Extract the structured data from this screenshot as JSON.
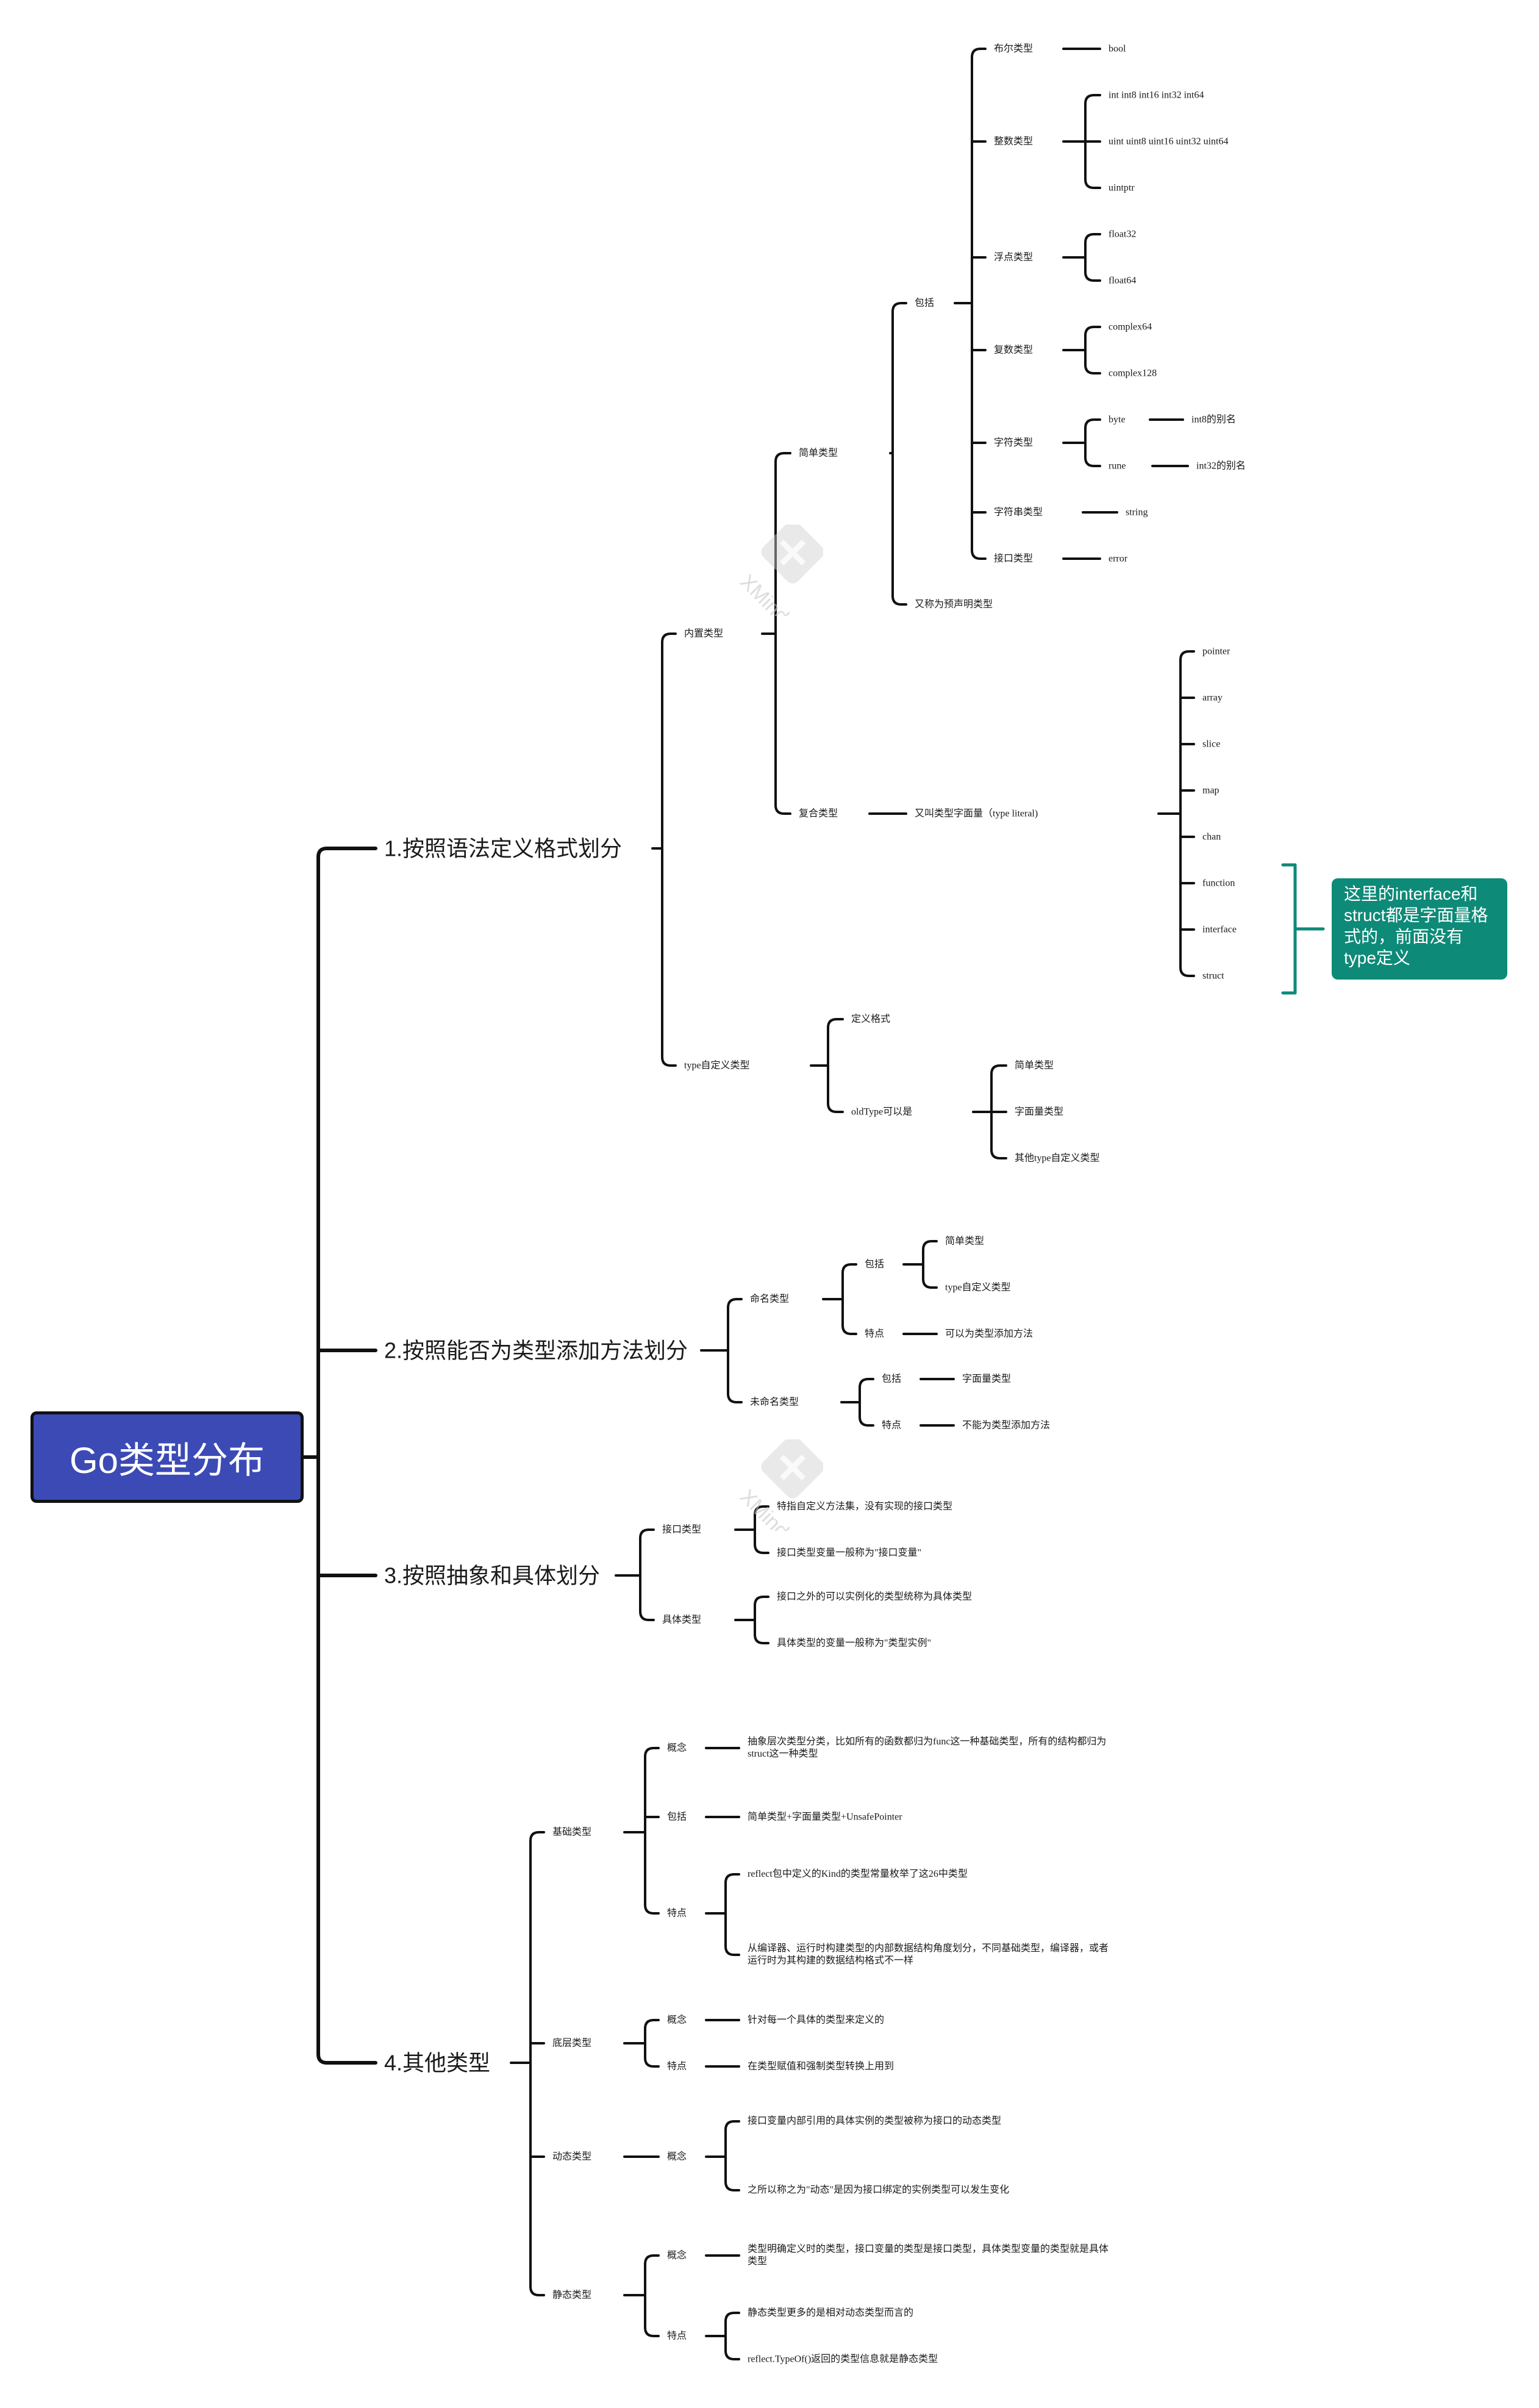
{
  "root": "Go类型分布",
  "branch1": {
    "label": "1.按照语法定义格式划分",
    "builtin": {
      "label": "内置类型",
      "simple": {
        "label": "简单类型",
        "includes": "包括",
        "also_called": "又称为预声明类型",
        "bool": {
          "label": "布尔类型",
          "value": "bool"
        },
        "integer": {
          "label": "整数类型",
          "values": [
            "int int8 int16 int32 int64",
            "uint uint8 uint16 uint32 uint64",
            "uintptr"
          ]
        },
        "float": {
          "label": "浮点类型",
          "values": [
            "float32",
            "float64"
          ]
        },
        "complex": {
          "label": "复数类型",
          "values": [
            "complex64",
            "complex128"
          ]
        },
        "char": {
          "label": "字符类型",
          "byte": "byte",
          "byte_note": "int8的别名",
          "rune": "rune",
          "rune_note": "int32的别名"
        },
        "string": {
          "label": "字符串类型",
          "value": "string"
        },
        "iface": {
          "label": "接口类型",
          "value": "error"
        }
      },
      "composite": {
        "label": "复合类型",
        "note": "又叫类型字面量（type literal)",
        "items": [
          "pointer",
          "array",
          "slice",
          "map",
          "chan",
          "function",
          "interface",
          "struct"
        ],
        "callout": "这里的interface和struct都是字面量格式的，前面没有type定义"
      }
    },
    "custom": {
      "label": "type自定义类型",
      "format": "定义格式",
      "oldtype": "oldType可以是",
      "oldtype_items": [
        "简单类型",
        "字面量类型",
        "其他type自定义类型"
      ]
    }
  },
  "branch2": {
    "label": "2.按照能否为类型添加方法划分",
    "named": {
      "label": "命名类型",
      "includes": "包括",
      "include_items": [
        "简单类型",
        "type自定义类型"
      ],
      "feature": "特点",
      "feature_text": "可以为类型添加方法"
    },
    "unnamed": {
      "label": "未命名类型",
      "includes": "包括",
      "include_text": "字面量类型",
      "feature": "特点",
      "feature_text": "不能为类型添加方法"
    }
  },
  "branch3": {
    "label": "3.按照抽象和具体划分",
    "iface": {
      "label": "接口类型",
      "items": [
        "特指自定义方法集，没有实现的接口类型",
        "接口类型变量一般称为\"接口变量\""
      ]
    },
    "concrete": {
      "label": "具体类型",
      "items": [
        "接口之外的可以实例化的类型统称为具体类型",
        "具体类型的变量一般称为\"类型实例\""
      ]
    }
  },
  "branch4": {
    "label": "4.其他类型",
    "basic": {
      "label": "基础类型",
      "concept": "概念",
      "concept_text": "抽象层次类型分类，比如所有的函数都归为func这一种基础类型，所有的结构都归为struct这一种类型",
      "includes": "包括",
      "includes_text": "简单类型+字面量类型+UnsafePointer",
      "feature": "特点",
      "feature_items": [
        "reflect包中定义的Kind的类型常量枚举了这26中类型",
        "从编译器、运行时构建类型的内部数据结构角度划分，不同基础类型，编译器，或者运行时为其构建的数据结构格式不一样"
      ]
    },
    "underlying": {
      "label": "底层类型",
      "concept": "概念",
      "concept_text": "针对每一个具体的类型来定义的",
      "feature": "特点",
      "feature_text": "在类型赋值和强制类型转换上用到"
    },
    "dynamic": {
      "label": "动态类型",
      "concept": "概念",
      "concept_items": [
        "接口变量内部引用的具体实例的类型被称为接口的动态类型",
        "之所以称之为\"动态\"是因为接口绑定的实例类型可以发生变化"
      ]
    },
    "static": {
      "label": "静态类型",
      "concept": "概念",
      "concept_text": "类型明确定义时的类型，接口变量的类型是接口类型，具体类型变量的类型就是具体类型",
      "feature": "特点",
      "feature_items": [
        "静态类型更多的是相对动态类型而言的",
        "reflect.TypeOf()返回的类型信息就是静态类型"
      ]
    }
  },
  "watermark": "XMind",
  "colors": {
    "root_fill": "#3b4ab5",
    "callout_fill": "#0e8a78",
    "callout_bracket": "#0e8a78",
    "line": "#111111"
  }
}
